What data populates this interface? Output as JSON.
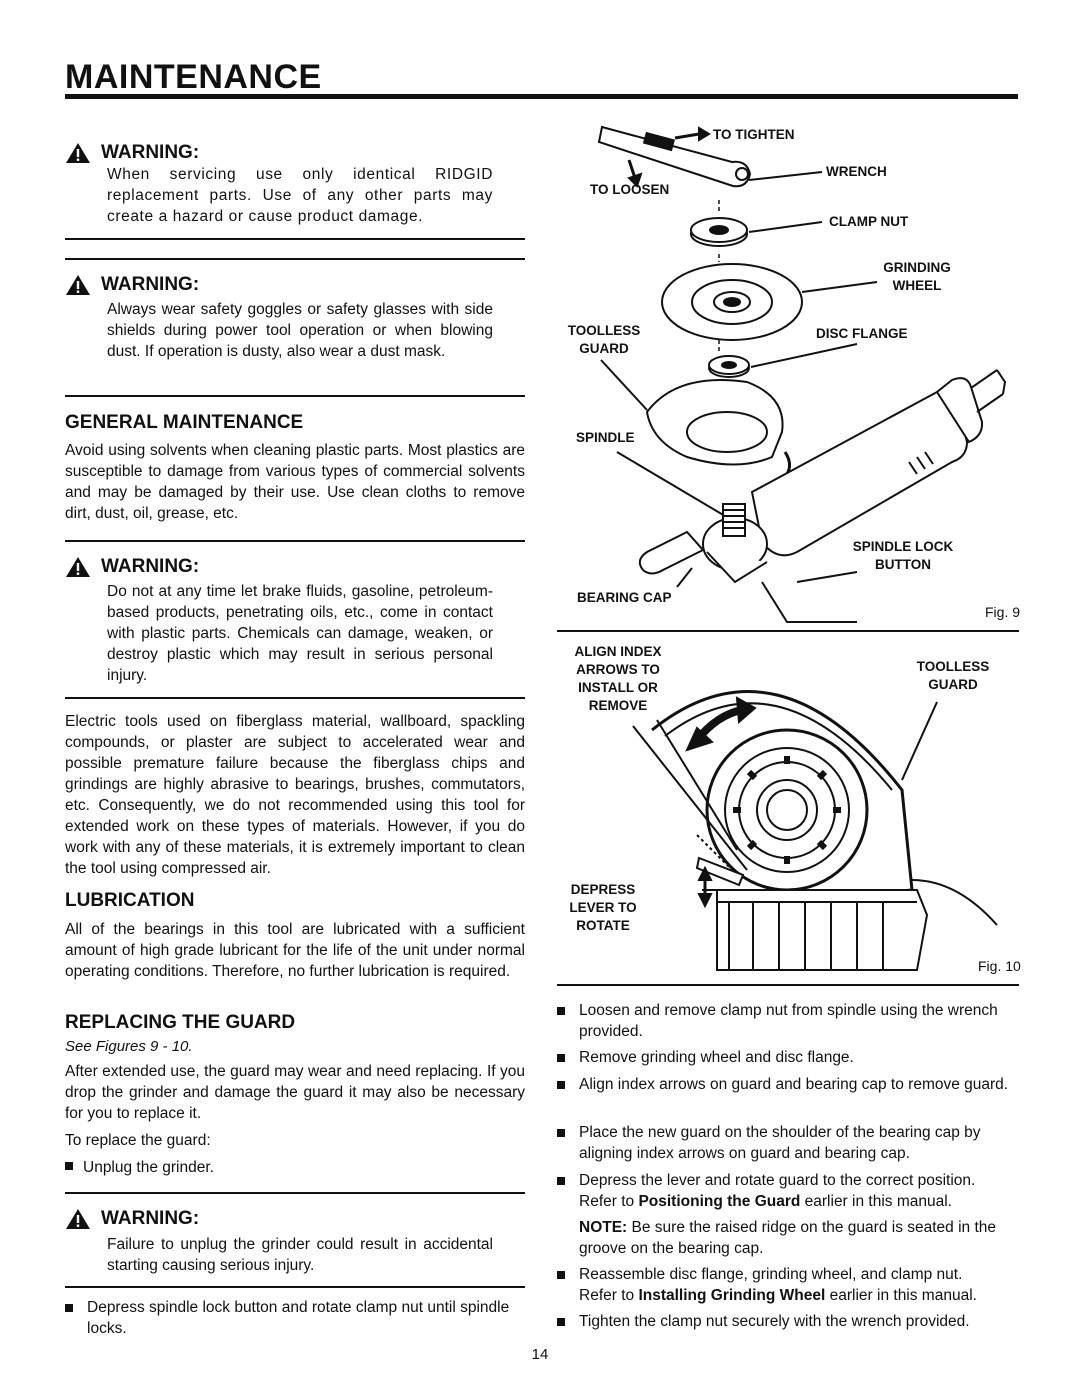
{
  "page": {
    "title": "MAINTENANCE",
    "page_number": "14"
  },
  "warning1": {
    "heading": "WARNING:",
    "text": "When servicing use only identical RIDGID replacement parts. Use of any other parts may create a hazard or cause product damage."
  },
  "warning2": {
    "heading": "WARNING:",
    "text": "Always wear safety goggles or safety glasses with side shields during power tool operation or when blowing dust. If operation is dusty, also wear a dust mask."
  },
  "general_maintenance": {
    "heading": "GENERAL MAINTENANCE",
    "text": "Avoid using solvents when cleaning plastic parts. Most plastics are susceptible to damage from various types of commercial solvents and may be damaged by their use. Use clean cloths to remove dirt, dust, oil, grease, etc."
  },
  "warning3": {
    "heading": "WARNING:",
    "text": "Do not at any time let brake fluids, gasoline, petroleum-based products, penetrating oils, etc., come in contact with plastic parts. Chemicals can damage, weaken, or destroy plastic which may result in serious personal injury."
  },
  "fiberglass_para": "Electric tools used on fiberglass material, wallboard, spackling compounds, or plaster are subject to accelerated wear and possible premature failure because the fiberglass chips and grindings are highly abrasive to bearings, brushes, commutators, etc. Consequently, we do not recommended using this tool for extended work on these types of materials. However, if you do work with any of these materials, it is extremely important to clean the tool using compressed air.",
  "lubrication": {
    "heading": "LUBRICATION",
    "text": "All of the bearings in this tool are lubricated with a sufficient amount of high grade lubricant for the life of the unit under normal operating conditions. Therefore, no further lubrication is required."
  },
  "replacing_guard": {
    "heading": "REPLACING THE GUARD",
    "see_figures": "See Figures 9 - 10.",
    "text": "After extended use, the guard may wear and need replacing. If you drop the grinder and damage the guard it may also be necessary for you to replace it.",
    "to_replace": "To replace the guard:",
    "bullet_unplug": "Unplug the grinder."
  },
  "warning4": {
    "heading": "WARNING:",
    "text": "Failure to unplug the grinder could result in accidental starting causing serious injury."
  },
  "bullet_depress_spindle": "Depress spindle lock button and rotate clamp nut until spindle locks.",
  "figure9": {
    "caption": "Fig. 9",
    "labels": {
      "to_tighten": "TO TIGHTEN",
      "wrench": "WRENCH",
      "to_loosen": "TO LOOSEN",
      "clamp_nut": "CLAMP NUT",
      "grinding_wheel": "GRINDING WHEEL",
      "toolless_guard": "TOOLLESS GUARD",
      "disc_flange": "DISC FLANGE",
      "spindle": "SPINDLE",
      "spindle_lock_button": "SPINDLE LOCK BUTTON",
      "bearing_cap": "BEARING CAP"
    }
  },
  "figure10": {
    "caption": "Fig. 10",
    "labels": {
      "align_index": "ALIGN INDEX ARROWS TO INSTALL OR REMOVE",
      "toolless_guard": "TOOLLESS GUARD",
      "depress_lever": "DEPRESS LEVER TO ROTATE"
    }
  },
  "right_steps": [
    "Loosen and remove clamp nut from spindle using the wrench provided.",
    "Remove grinding wheel and disc flange.",
    "Align index arrows on guard and bearing cap to remove guard.",
    "Place the new guard on the shoulder of the bearing cap by aligning index arrows on guard and bearing cap.",
    "Depress the lever and rotate guard to the correct position."
  ],
  "refer_positioning": {
    "pre": "Refer to ",
    "bold": "Positioning the Guard",
    "post": " earlier in this manual."
  },
  "note": {
    "label": "NOTE:",
    "text": " Be sure the raised ridge on the guard is seated in the groove on the bearing cap."
  },
  "reassemble": "Reassemble disc flange, grinding wheel, and clamp nut.",
  "refer_installing": {
    "pre": "Refer to ",
    "bold": "Installing Grinding Wheel",
    "post": " earlier in this manual."
  },
  "tighten_step": "Tighten the clamp nut securely with the wrench provided."
}
